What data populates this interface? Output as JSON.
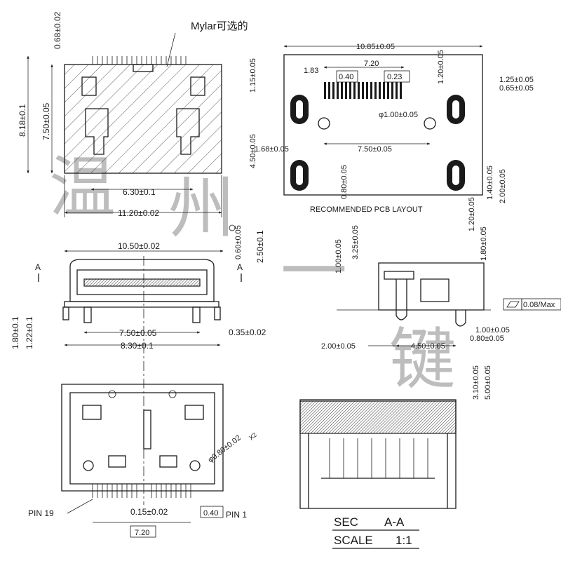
{
  "note_mylar": "Mylar可选的",
  "top_view": {
    "height_total": "8.18±0.1",
    "height_body": "7.50±0.05",
    "top_offset": "0.68±0.02",
    "tab_span": "6.30±0.1",
    "width": "11.20±0.02"
  },
  "pcb_layout": {
    "caption": "RECOMMENDED PCB LAYOUT",
    "total_width": "10.85±0.05",
    "pin_span": "7.20",
    "pin_width": "0.40",
    "pin_pitch": "0.23",
    "pitch_label": "1.83",
    "hole_dia": "φ1.00±0.05",
    "hole_span": "7.50±0.05",
    "top_gap": "1.15±0.05",
    "left_height": "4.50±0.05",
    "left_offset": "1.68±0.05",
    "right_1": "1.20±0.05",
    "right_2": "1.25±0.05",
    "right_3": "0.65±0.05",
    "right_4": "1.40±0.05",
    "right_5": "2.00±0.05",
    "bottom_1": "0.80±0.05"
  },
  "front_view": {
    "width": "10.50±0.02",
    "shell_height": "2.50±0.1",
    "gap_top": "0.60±0.05",
    "section_mark": "A",
    "left_1": "1.80±0.1",
    "left_2": "1.22±0.1",
    "leg_span": "7.50±0.05",
    "outer_span": "8.30±0.1",
    "leg_thick": "0.35±0.02"
  },
  "side_view": {
    "h1": "1.00±0.05",
    "h2": "3.25±0.05",
    "h3": "1.20±0.05",
    "h4": "1.80±0.05",
    "flatness": "0.08/Max",
    "d1": "1.00±0.05",
    "d2": "0.80±0.05",
    "d3": "4.50±0.05",
    "d4": "2.00±0.05"
  },
  "bottom_view": {
    "hole": "φ0.80±0.02",
    "hole_qty": "X2",
    "pin_19": "PIN 19",
    "pin_1": "PIN 1",
    "pin_thick": "0.15±0.02",
    "pin_w": "0.40",
    "pin_span": "7.20"
  },
  "section_view": {
    "h1": "3.10±0.05",
    "h2": "5.00±0.05",
    "sec_label": "SEC",
    "sec_value": "A-A",
    "scale_label": "SCALE",
    "scale_value": "1:1"
  },
  "watermark": [
    "温",
    "州",
    "一",
    "键"
  ]
}
